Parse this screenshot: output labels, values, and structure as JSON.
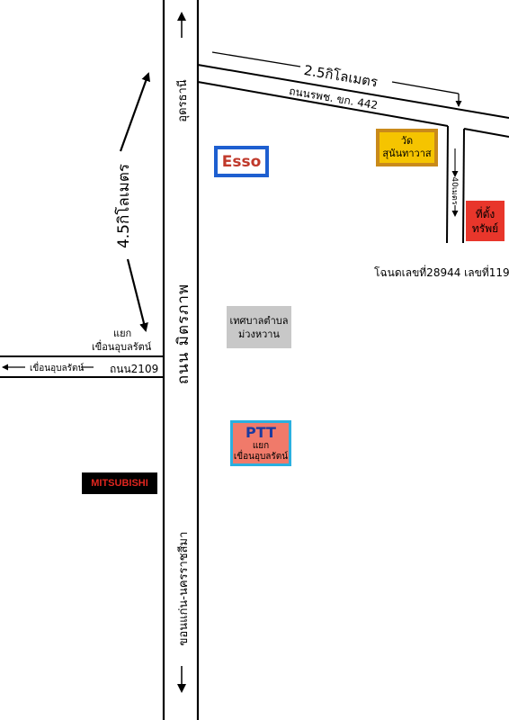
{
  "map": {
    "roads": {
      "main_road_top_label": "อุดรธานี",
      "main_road_name": "ถนน มิตรภาพ",
      "main_road_bottom_label": "ขอนแก่น-นครราชสีมา",
      "side_road_name": "ถนนรพช. ขก. 442",
      "left_road_name": "ถนน2109",
      "left_road_direction": "เขื่อนอุบลรัตน์"
    },
    "distances": {
      "vertical_distance": "4.5กิโลเมตร",
      "horizontal_distance": "2.5กิโลเมตร",
      "short_distance": "40เมตร"
    },
    "junction": {
      "line1": "แยก",
      "line2": "เขื่อนอุบลรัตน์"
    },
    "landmarks": {
      "esso": {
        "label": "Esso",
        "border_color": "#1e5fd0",
        "text_color": "#c0392b"
      },
      "temple": {
        "line1": "วัด",
        "line2": "สุนันทาวาส",
        "fill_color": "#f5c400",
        "border_color": "#c98a1a"
      },
      "property": {
        "line1": "ที่ตั้ง",
        "line2": "ทรัพย์",
        "fill_color": "#e8362b"
      },
      "municipality": {
        "line1": "เทศบาลตำบล",
        "line2": "ม่วงหวาน",
        "fill_color": "#c8c8c8"
      },
      "ptt": {
        "title": "PTT",
        "line1": "แยก",
        "line2": "เขื่อนอุบลรัตน์",
        "fill_color": "#f07a6a",
        "border_color": "#2ab0e0",
        "title_color": "#1a3aa0"
      },
      "mitsubishi": {
        "label": "MITSUBISHI",
        "fill_color": "#000000",
        "text_color": "#e0261f"
      }
    },
    "deed_text": "โฉนดเลขที่28944 เลขที่119"
  }
}
